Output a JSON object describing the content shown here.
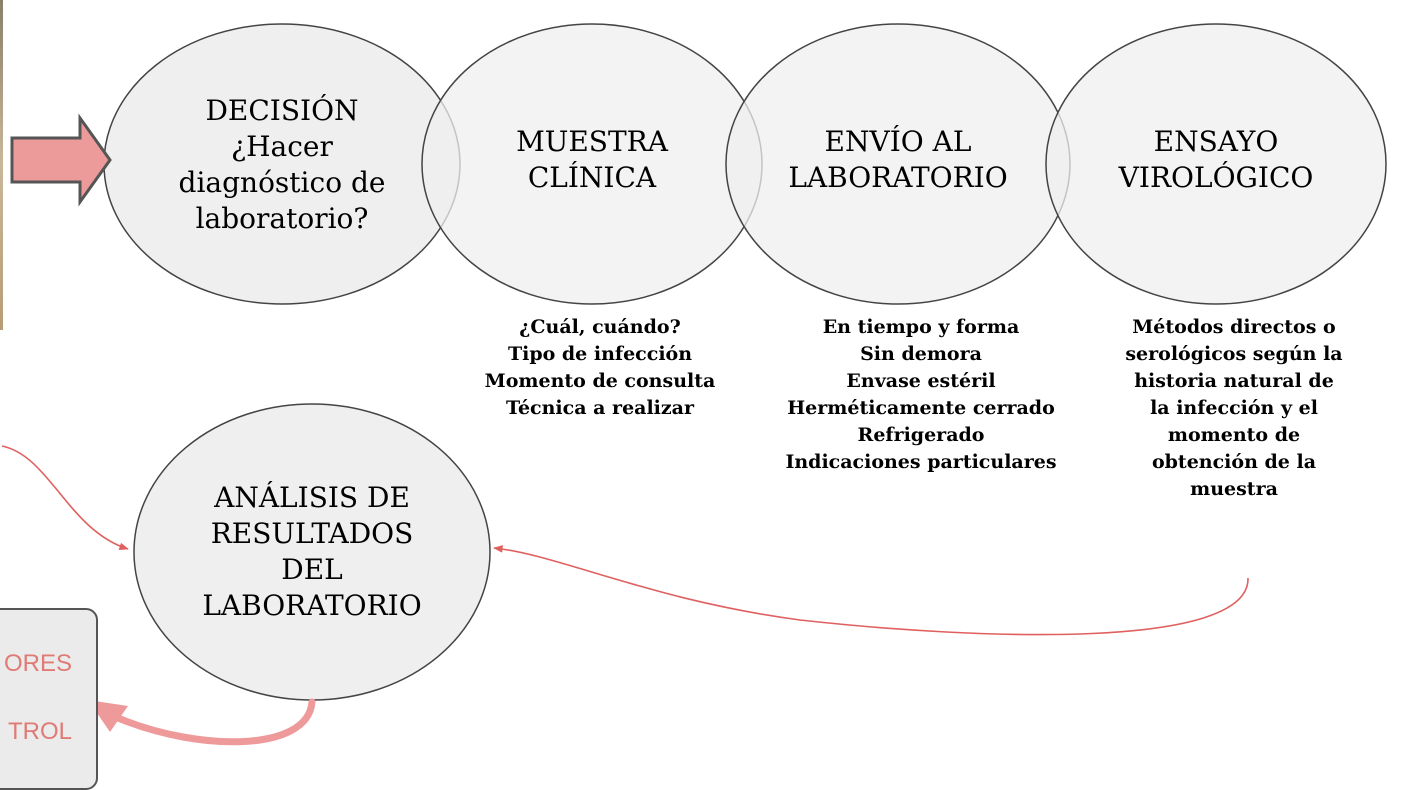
{
  "colors": {
    "circle_fill": "#efefef",
    "circle_stroke": "#444444",
    "arrow_fill": "#ec9a9a",
    "arrow_stroke": "#555555",
    "connector": "#e06060",
    "loop_arrow": "#ee9a9a",
    "control_text": "#e07a75"
  },
  "steps": [
    {
      "label": "DECISIÓN\n¿Hacer\ndiagnóstico de\nlaboratorio?"
    },
    {
      "label": "MUESTRA\nCLÍNICA"
    },
    {
      "label": "ENVÍO AL\nLABORATORIO"
    },
    {
      "label": "ENSAYO\nVIROLÓGICO"
    }
  ],
  "analysis": {
    "label": "ANÁLISIS DE\nRESULTADOS\nDEL\nLABORATORIO"
  },
  "notes": {
    "muestra": "¿Cuál, cuándo?\nTipo de infección\nMomento de consulta\nTécnica a realizar",
    "envio": "En tiempo y forma\nSin demora\nEnvase estéril\nHerméticamente cerrado\nRefrigerado\nIndicaciones particulares",
    "ensayo": "Métodos directos o\nserológicos según la\nhistoria natural de\nla infección y el\nmomento de\nobtención de la\nmuestra"
  },
  "control_box": {
    "line1": "ORES",
    "line2": "TROL"
  },
  "icons": {
    "entry_arrow": "right-block-arrow-icon",
    "loop_arrow": "curved-arrow-icon"
  }
}
